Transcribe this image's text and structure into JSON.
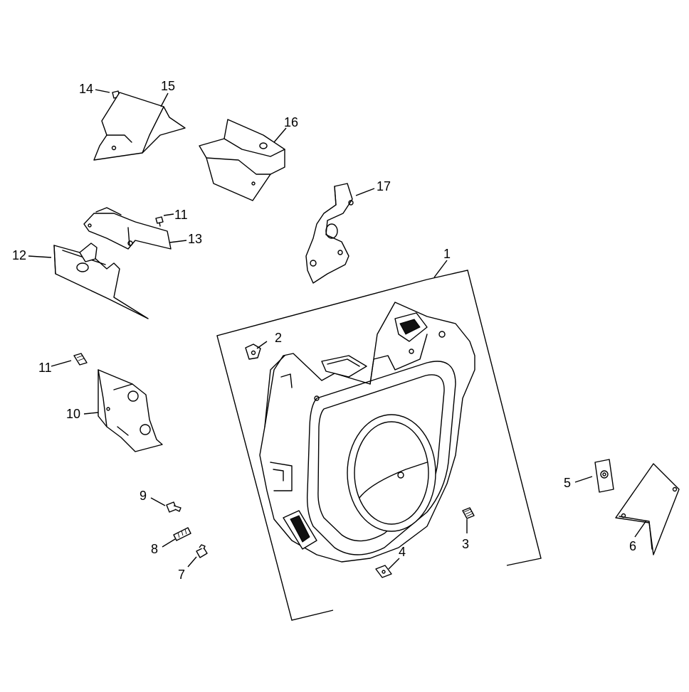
{
  "diagram": {
    "callouts": [
      {
        "id": "c1",
        "label": "1"
      },
      {
        "id": "c2",
        "label": "2"
      },
      {
        "id": "c3",
        "label": "3"
      },
      {
        "id": "c4",
        "label": "4"
      },
      {
        "id": "c5",
        "label": "5"
      },
      {
        "id": "c6",
        "label": "6"
      },
      {
        "id": "c7",
        "label": "7"
      },
      {
        "id": "c8",
        "label": "8"
      },
      {
        "id": "c9",
        "label": "9"
      },
      {
        "id": "c10",
        "label": "10"
      },
      {
        "id": "c11a",
        "label": "11"
      },
      {
        "id": "c11b",
        "label": "11"
      },
      {
        "id": "c12",
        "label": "12"
      },
      {
        "id": "c13",
        "label": "13"
      },
      {
        "id": "c14",
        "label": "14"
      },
      {
        "id": "c15",
        "label": "15"
      },
      {
        "id": "c16",
        "label": "16"
      },
      {
        "id": "c17",
        "label": "17"
      }
    ]
  },
  "colors": {
    "line": "#000000",
    "background": "#ffffff"
  }
}
